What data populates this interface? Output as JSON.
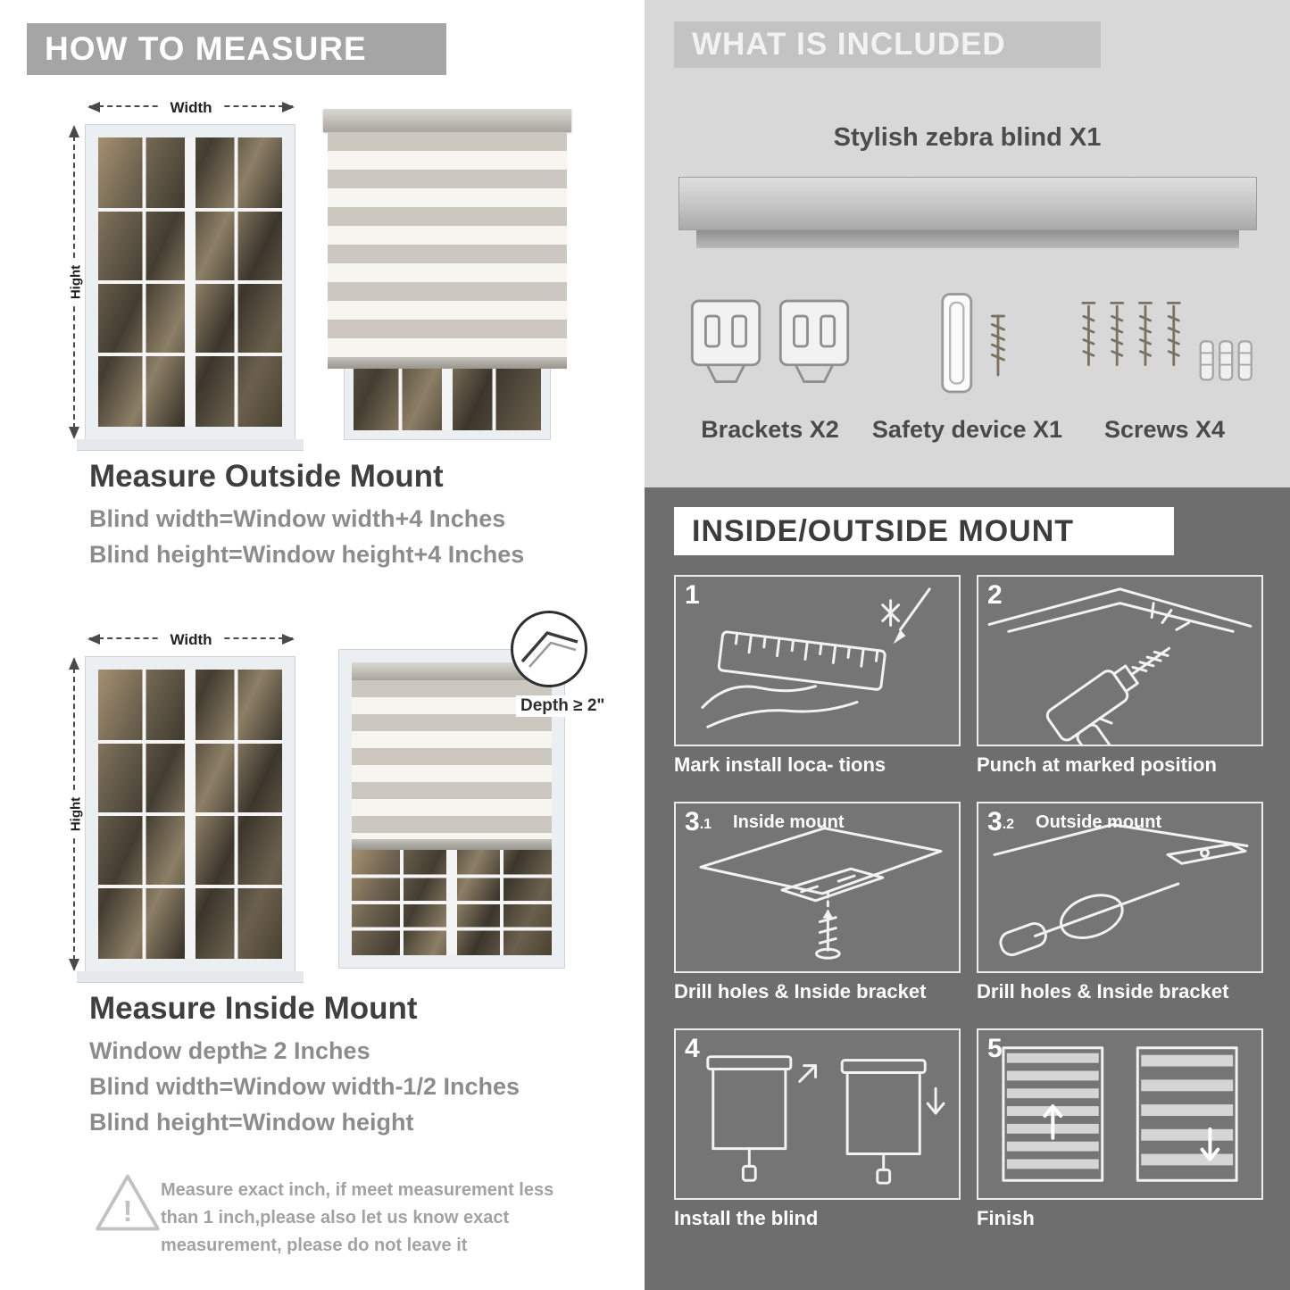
{
  "colors": {
    "banner_gray": "#a5a5a5",
    "included_panel_bg": "#d8d8d8",
    "included_banner_bg": "#c3c3c3",
    "mount_panel_bg": "#6e6e6e",
    "heading_text": "#3f3f3f",
    "body_text": "#8c8c8c"
  },
  "left": {
    "header": "HOW TO MEASURE",
    "outside": {
      "width_label": "Width",
      "height_label": "Hight",
      "title": "Measure Outside Mount",
      "line1": "Blind width=Window width+4 Inches",
      "line2": "Blind height=Window height+4 Inches"
    },
    "inside": {
      "width_label": "Width",
      "height_label": "Hight",
      "depth_label": "Depth ≥ 2\"",
      "title": "Measure Inside Mount",
      "line1": "Window depth≥ 2 Inches",
      "line2": "Blind width=Window width-1/2 Inches",
      "line3": "Blind height=Window height"
    },
    "warning": {
      "icon_mark": "!",
      "text": "Measure exact inch, if meet measurement less than 1 inch,please also let us know exact measurement, please do not leave it"
    }
  },
  "included": {
    "header": "WHAT IS INCLUDED",
    "blind_label": "Stylish zebra blind X1",
    "items": [
      {
        "label": "Brackets X2"
      },
      {
        "label": "Safety device X1"
      },
      {
        "label": "Screws X4"
      }
    ]
  },
  "mount": {
    "header": "INSIDE/OUTSIDE MOUNT",
    "steps": [
      {
        "num": "1",
        "caption": "Mark install loca- tions"
      },
      {
        "num": "2",
        "caption": "Punch at  marked position"
      },
      {
        "num": "3",
        "sub": ".1",
        "label": "Inside mount",
        "caption": "Drill holes &  Inside bracket"
      },
      {
        "num": "3",
        "sub": ".2",
        "label": "Outside mount",
        "caption": "Drill holes &  Inside bracket"
      },
      {
        "num": "4",
        "caption": "Install the blind"
      },
      {
        "num": "5",
        "caption": "Finish"
      }
    ]
  }
}
